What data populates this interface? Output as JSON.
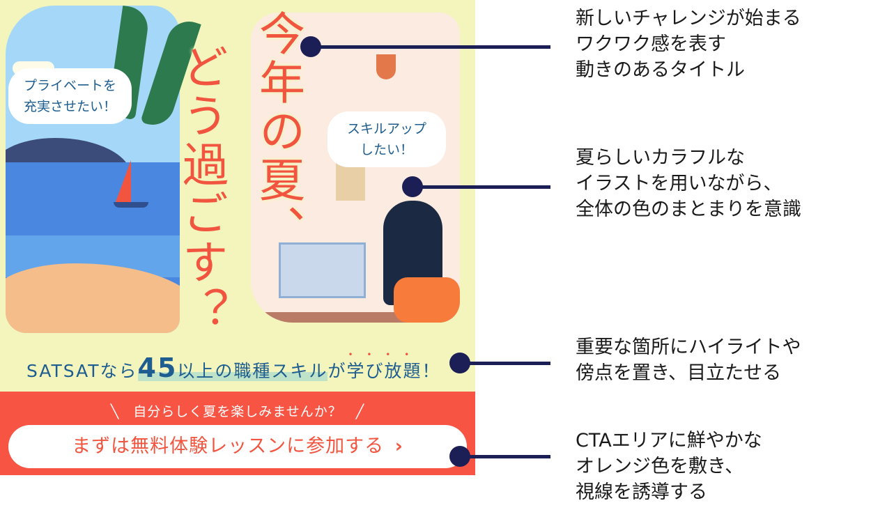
{
  "banner": {
    "title_line1": "今年の夏、",
    "title_line2": "どう過ごす？",
    "bubble_private": "プライベートを\n充実させたい！",
    "bubble_skill": "スキルアップ\nしたい！",
    "tagline": {
      "prefix": "SATSATなら",
      "number": "45",
      "highlight": "以上の職種スキル",
      "middle": "が",
      "dotted": "学び放題",
      "suffix": "！"
    },
    "cta_sub": "自分らしく夏を楽しみませんか？",
    "cta_button": "まずは無料体験レッスンに参加する",
    "cta_arrow": "›"
  },
  "annotations": [
    "新しいチャレンジが始まる\nワクワク感を表す\n動きのあるタイトル",
    "夏らしいカラフルな\nイラストを用いながら、\n全体の色のまとまりを意識",
    "重要な箇所にハイライトや\n傍点を置き、目立たせる",
    "CTAエリアに鮮やかな\nオレンジ色を敷き、\n視線を誘導する"
  ],
  "colors": {
    "accent": "#f75443",
    "navy": "#1b1f56",
    "background": "#f3f5bd",
    "text_blue": "#1d5d8f"
  }
}
